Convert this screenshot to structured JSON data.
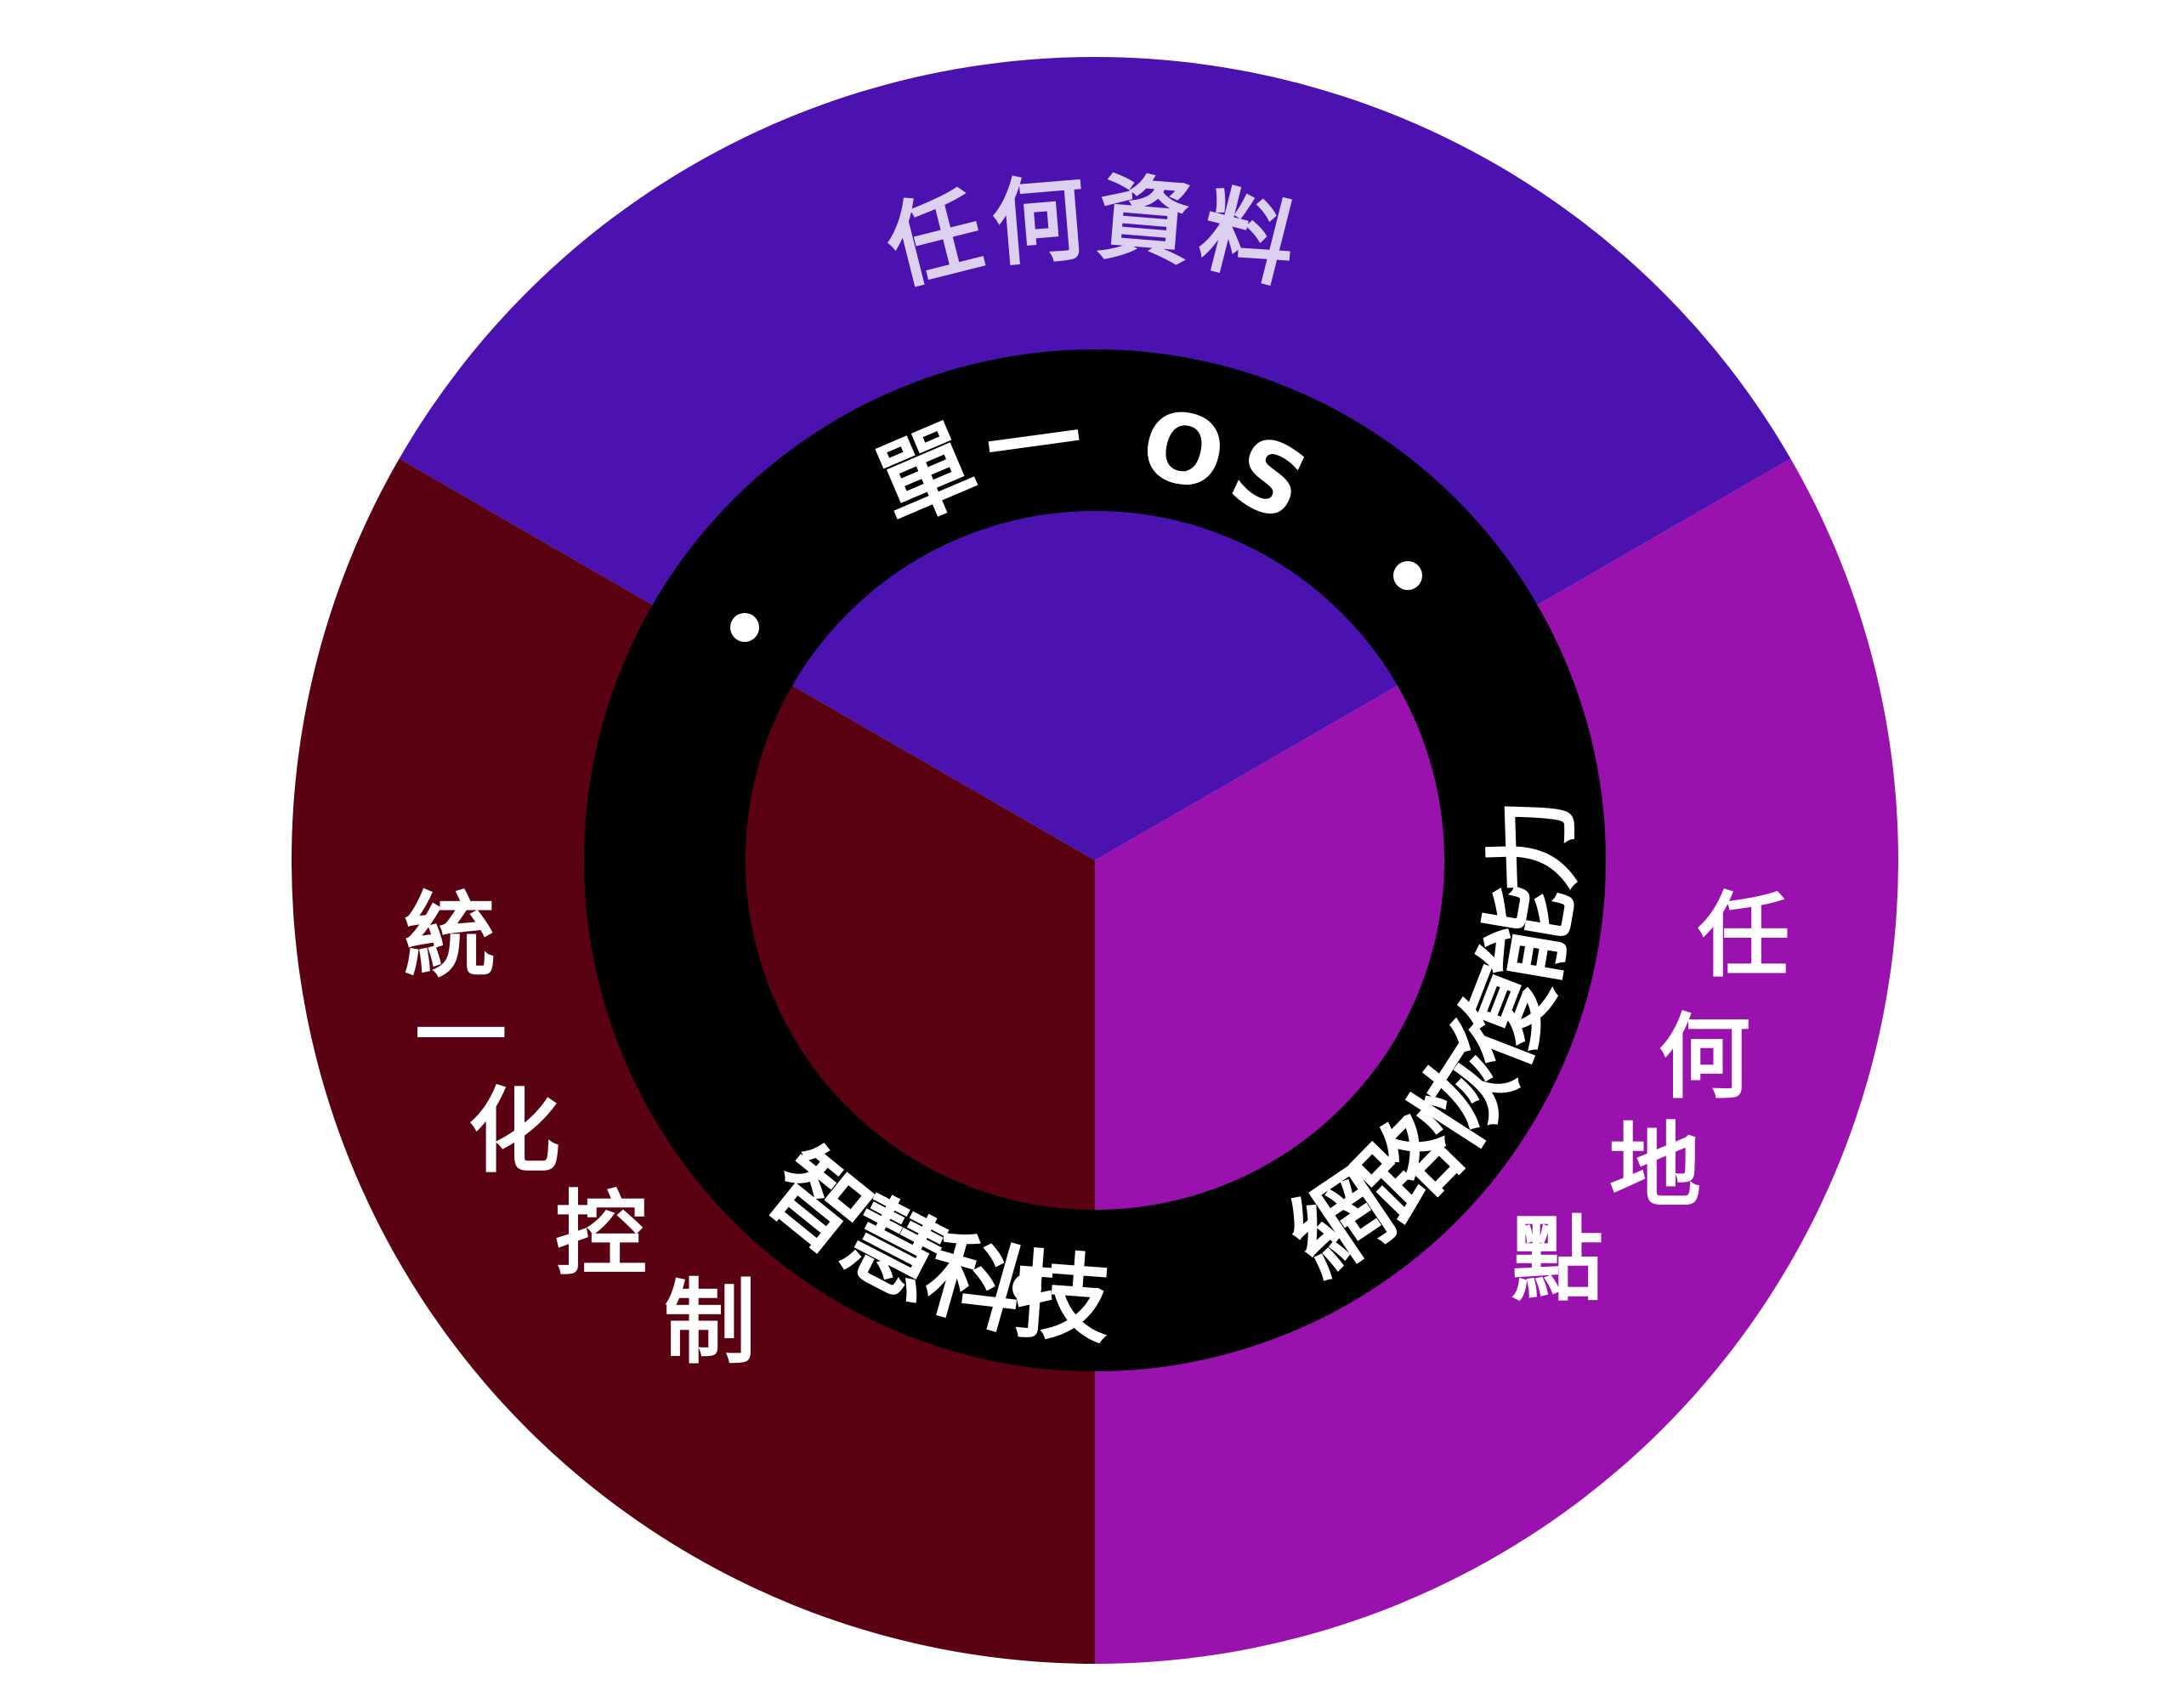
{
  "colors": {
    "data": "#4B12B0",
    "location": "#9A12AE",
    "control": "#5A0212",
    "ring": "#000000",
    "top_label": "#DCD0F0"
  },
  "outer": {
    "top_label": "任何資料",
    "right_label": [
      "任",
      "何",
      "地",
      "點"
    ],
    "left_label": [
      "統",
      "一",
      "化",
      "控",
      "制"
    ]
  },
  "ring": {
    "top": "單一 OS",
    "right": "網路恢復能力",
    "left": "智慧科技"
  }
}
